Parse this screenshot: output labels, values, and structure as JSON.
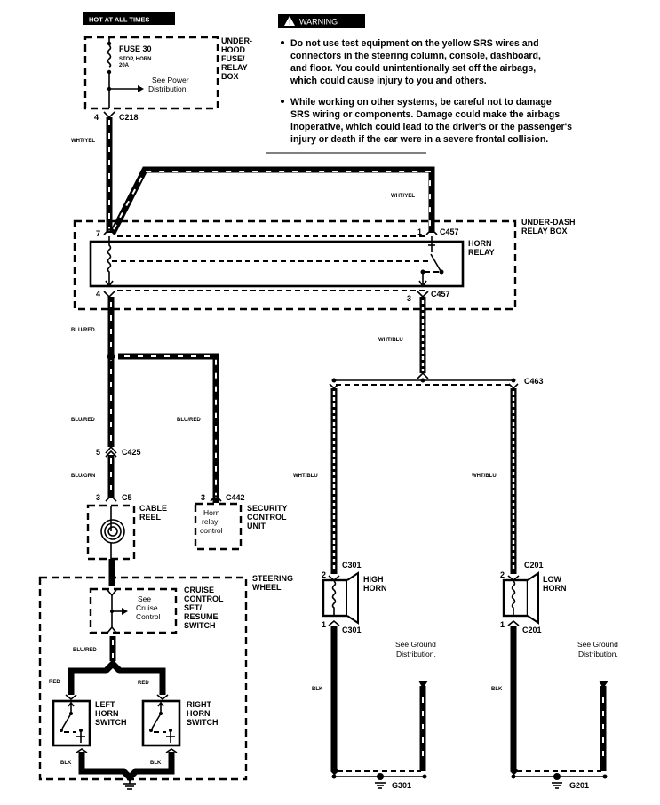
{
  "diagram": {
    "power_banner": "HOT AT ALL TIMES",
    "fuse_box": {
      "label_lines": [
        "UNDER-",
        "HOOD",
        "FUSE/",
        "RELAY",
        "BOX"
      ],
      "fuse_name": "FUSE 30",
      "fuse_desc_lines": [
        "STOP, HORN",
        "20A"
      ],
      "see_note_lines": [
        "See Power",
        "Distribution."
      ]
    },
    "warning": {
      "title": "WARNING",
      "bullets": [
        [
          "Do not use test equipment on the yellow SRS wires and",
          "connectors in the steering column, console, dashboard,",
          "and floor. You could unintentionally set off the airbags,",
          "which could cause injury to you and others."
        ],
        [
          "While working on other systems, be careful not to damage",
          "SRS wiring or components. Damage could make the airbags",
          "inoperative, which could lead to the driver's or the passenger's",
          "injury or death if the car were in a severe frontal collision."
        ]
      ]
    },
    "connectors": {
      "c218": {
        "name": "C218",
        "pin": "4"
      },
      "c457_top": {
        "name": "C457",
        "pin": "1"
      },
      "c457_in": {
        "pin": "7"
      },
      "c457_bottom": {
        "name": "C457",
        "pin": "3"
      },
      "c457_out": {
        "pin": "4"
      },
      "c425": {
        "name": "C425",
        "pin": "5"
      },
      "c5": {
        "name": "C5",
        "pin": "3"
      },
      "c442": {
        "name": "C442",
        "pin": "3"
      },
      "c463": {
        "name": "C463"
      },
      "c301_top": {
        "name": "C301",
        "pin": "2"
      },
      "c301_bottom": {
        "name": "C301",
        "pin": "1"
      },
      "c201_top": {
        "name": "C201",
        "pin": "2"
      },
      "c201_bottom": {
        "name": "C201",
        "pin": "1"
      }
    },
    "wires": {
      "wht_yel_main": "WHT/YEL",
      "wht_yel_loop": "WHT/YEL",
      "blu_red_1": "BLU/RED",
      "blu_red_2": "BLU/RED",
      "blu_red_3": "BLU/RED",
      "blu_red_4": "BLU/RED",
      "blu_grn": "BLU/GRN",
      "wht_blu_1": "WHT/BLU",
      "wht_blu_2": "WHT/BLU",
      "wht_blu_3": "WHT/BLU",
      "red_l": "RED",
      "red_r": "RED",
      "blk_l": "BLK",
      "blk_r": "BLK",
      "blk_high": "BLK",
      "blk_low": "BLK"
    },
    "relay_box": {
      "label_lines": [
        "UNDER-DASH",
        "RELAY BOX"
      ],
      "relay_label_lines": [
        "HORN",
        "RELAY"
      ]
    },
    "cable_reel": {
      "label_lines": [
        "CABLE",
        "REEL"
      ]
    },
    "security_unit": {
      "label_lines": [
        "SECURITY",
        "CONTROL",
        "UNIT"
      ],
      "inner_lines": [
        "Horn",
        "relay",
        "control"
      ]
    },
    "steering_wheel": {
      "label_lines": [
        "STEERING",
        "WHEEL"
      ]
    },
    "cruise_switch": {
      "label_lines": [
        "CRUISE",
        "CONTROL",
        "SET/",
        "RESUME",
        "SWITCH"
      ],
      "see_note_lines": [
        "See",
        "Cruise",
        "Control"
      ]
    },
    "left_horn_switch": {
      "label_lines": [
        "LEFT",
        "HORN",
        "SWITCH"
      ]
    },
    "right_horn_switch": {
      "label_lines": [
        "RIGHT",
        "HORN",
        "SWITCH"
      ]
    },
    "high_horn": {
      "label_lines": [
        "HIGH",
        "HORN"
      ]
    },
    "low_horn": {
      "label_lines": [
        "LOW",
        "HORN"
      ]
    },
    "ground_notes": {
      "left": [
        "See Ground",
        "Distribution."
      ],
      "right": [
        "See Ground",
        "Distribution."
      ]
    },
    "grounds": {
      "g301": "G301",
      "g201": "G201"
    }
  }
}
